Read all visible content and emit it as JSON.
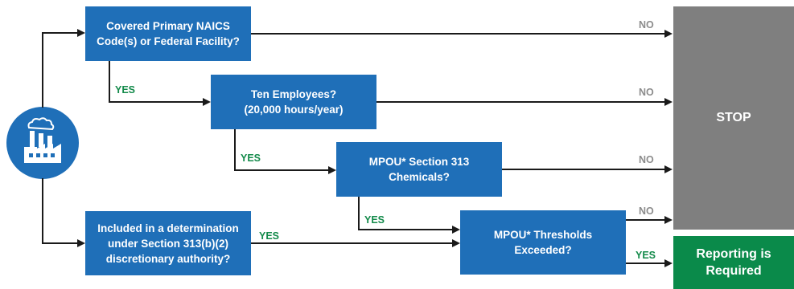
{
  "diagram": {
    "nodes": {
      "naics": [
        "Covered Primary NAICS",
        "Code(s) or Federal Facility?"
      ],
      "employees": [
        "Ten Employees?",
        "(20,000 hours/year)"
      ],
      "chemicals": [
        "MPOU* Section 313",
        "Chemicals?"
      ],
      "determination": [
        "Included in a determination",
        "under Section 313(b)(2)",
        "discretionary authority?"
      ],
      "thresholds": [
        "MPOU* Thresholds",
        "Exceeded?"
      ],
      "stop": "STOP",
      "reporting": [
        "Reporting is",
        "Required"
      ]
    },
    "labels": {
      "yes": "YES",
      "no": "NO"
    },
    "icon": "factory-icon",
    "colors": {
      "box": "#1f6fb8",
      "stop": "#7f7f7f",
      "required": "#0a8a4a",
      "yes_label": "#138a4a",
      "no_label": "#8c8c8c"
    }
  }
}
